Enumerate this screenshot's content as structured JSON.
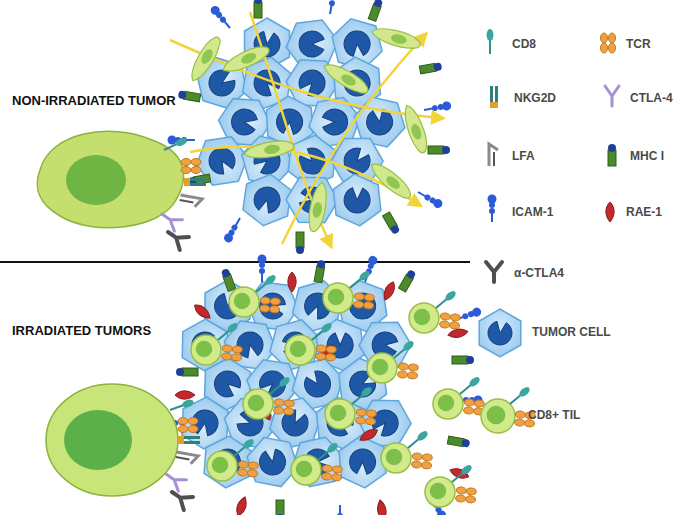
{
  "diagram": {
    "labels": [
      "NON-IRRADIATED TUMOR",
      "IRRADIATED TUMORS"
    ],
    "legend": [
      {
        "text": "CD8"
      },
      {
        "text": "TCR"
      },
      {
        "text": "NKG2D"
      },
      {
        "text": "CTLA-4"
      },
      {
        "text": "LFA"
      },
      {
        "text": "MHC I"
      },
      {
        "text": "ICAM-1"
      },
      {
        "text": "RAE-1"
      },
      {
        "text": "α-CTLA4"
      },
      {
        "text": "TUMOR CELL"
      },
      {
        "text": "CD8+ TIL"
      }
    ]
  }
}
